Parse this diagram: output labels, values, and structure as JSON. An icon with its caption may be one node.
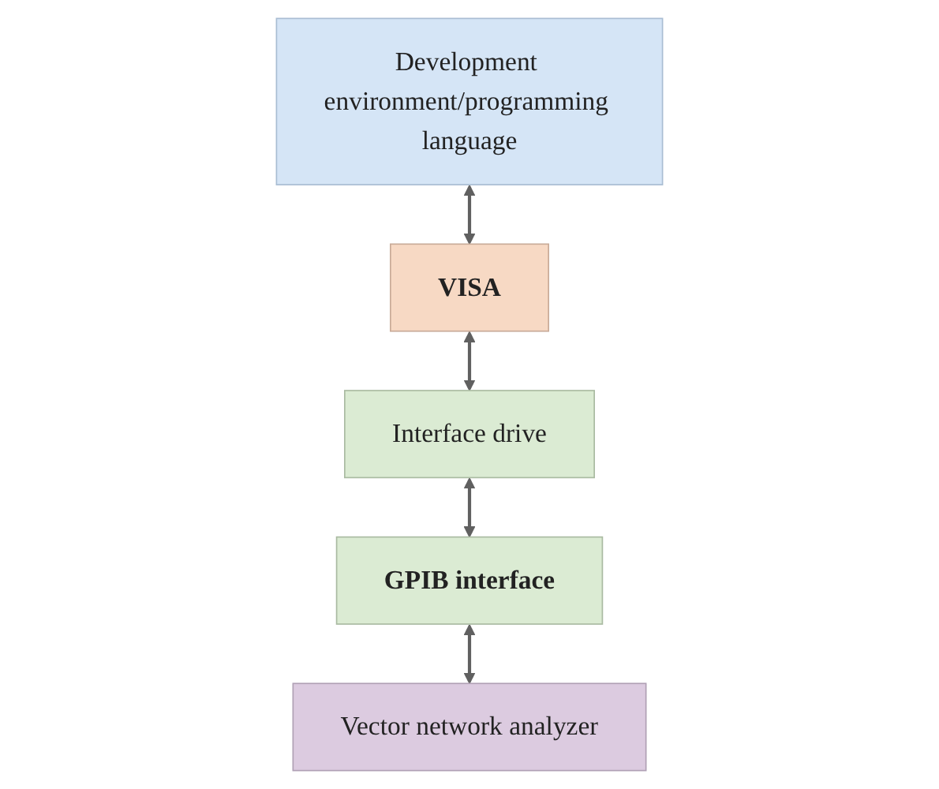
{
  "diagram": {
    "nodes": [
      {
        "text": [
          "Development environment/programming language"
        ]
      },
      {
        "text": [
          "VISA"
        ]
      },
      {
        "text": [
          "Interface drive"
        ]
      },
      {
        "text": [
          "GPIB interface"
        ]
      },
      {
        "text": [
          "Vector network analyzer"
        ]
      }
    ],
    "edges": [
      {
        "from": 0,
        "to": 1,
        "arrow": "both"
      },
      {
        "from": 1,
        "to": 2,
        "arrow": "both"
      },
      {
        "from": 2,
        "to": 3,
        "arrow": "both"
      },
      {
        "from": 3,
        "to": 4,
        "arrow": "both"
      }
    ]
  }
}
